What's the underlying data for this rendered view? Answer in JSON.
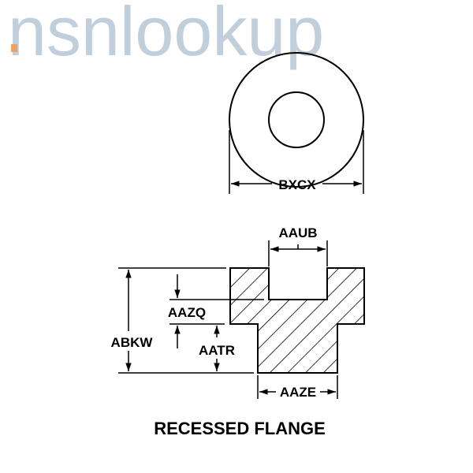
{
  "watermark": {
    "text": "nsnlookup",
    "color": "#9fb6c9",
    "accent": "#f0a060"
  },
  "dimensions": {
    "outer_diameter": "BXCX",
    "recess_width": "AAUB",
    "overall_height": "ABKW",
    "recess_depth": "AAZQ",
    "shank_height": "AATR",
    "shank_width": "AAZE"
  },
  "title": "RECESSED FLANGE"
}
